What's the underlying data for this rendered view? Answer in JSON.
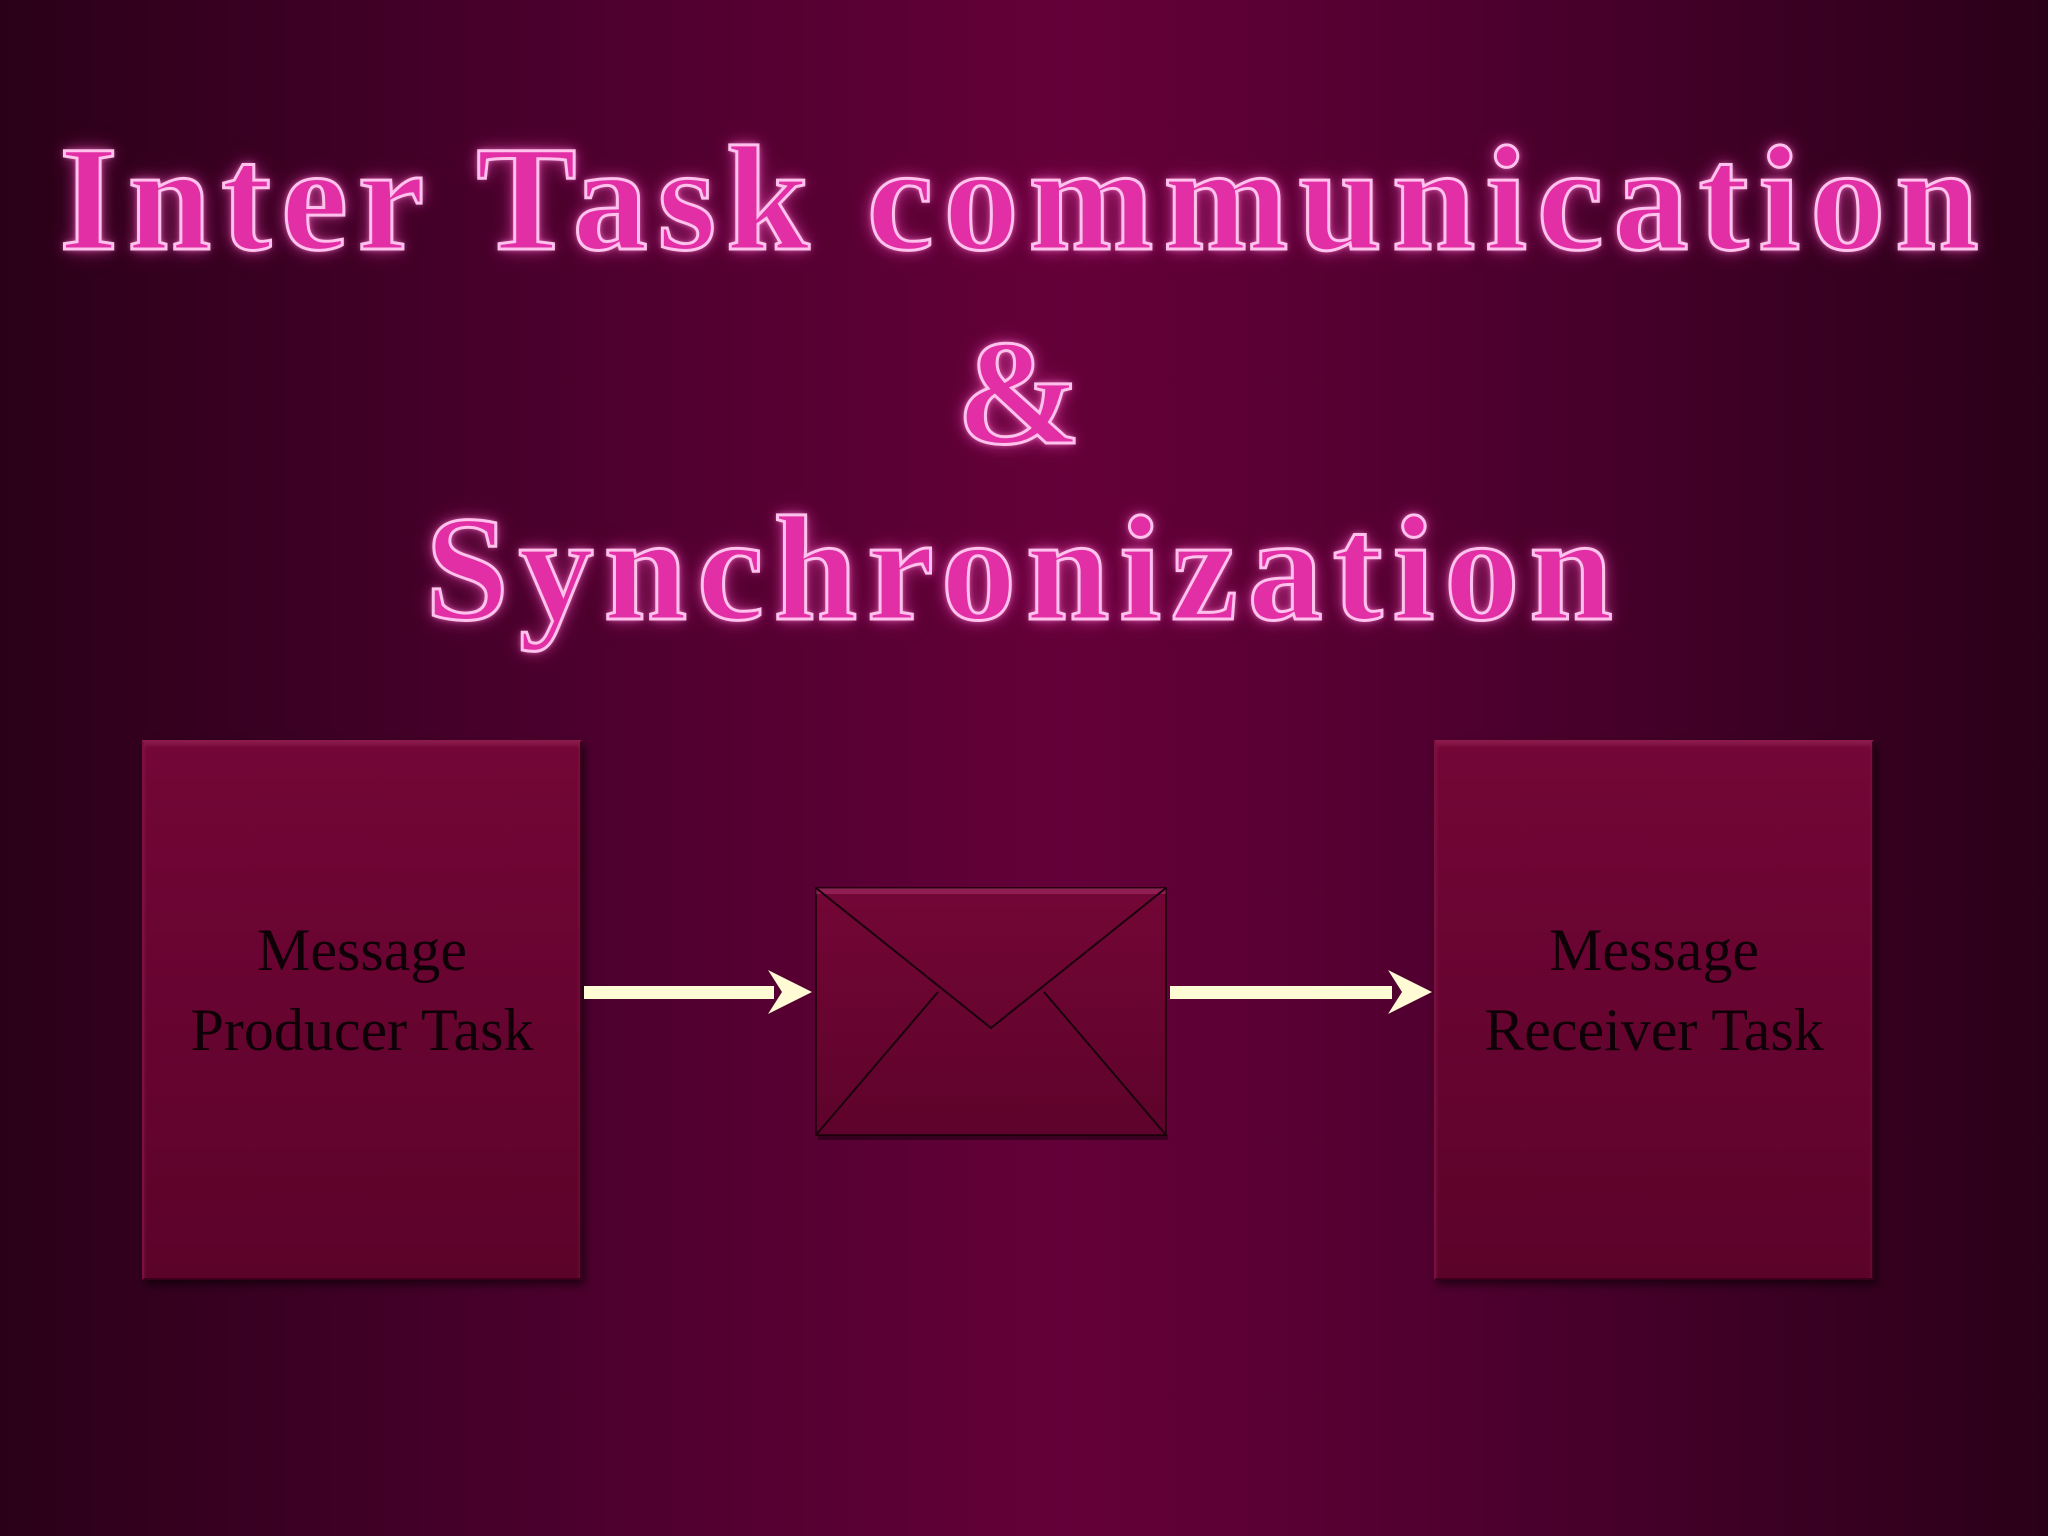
{
  "title": {
    "line1": "Inter Task communication",
    "line2": "&",
    "line3": "Synchronization"
  },
  "diagram": {
    "producer": {
      "line1": "Message",
      "line2": "Producer Task"
    },
    "message_icon": "envelope-icon",
    "receiver": {
      "line1": "Message",
      "line2": "Receiver Task"
    },
    "flow": [
      "producer",
      "message",
      "receiver"
    ]
  },
  "colors": {
    "background_center": "#640039",
    "background_edge": "#2a0018",
    "title_fill": "#e22fa6",
    "title_outline": "#ffc2ec",
    "box_fill": "#6b0533",
    "arrow": "#fffbd4",
    "label_text": "#0e0006"
  }
}
